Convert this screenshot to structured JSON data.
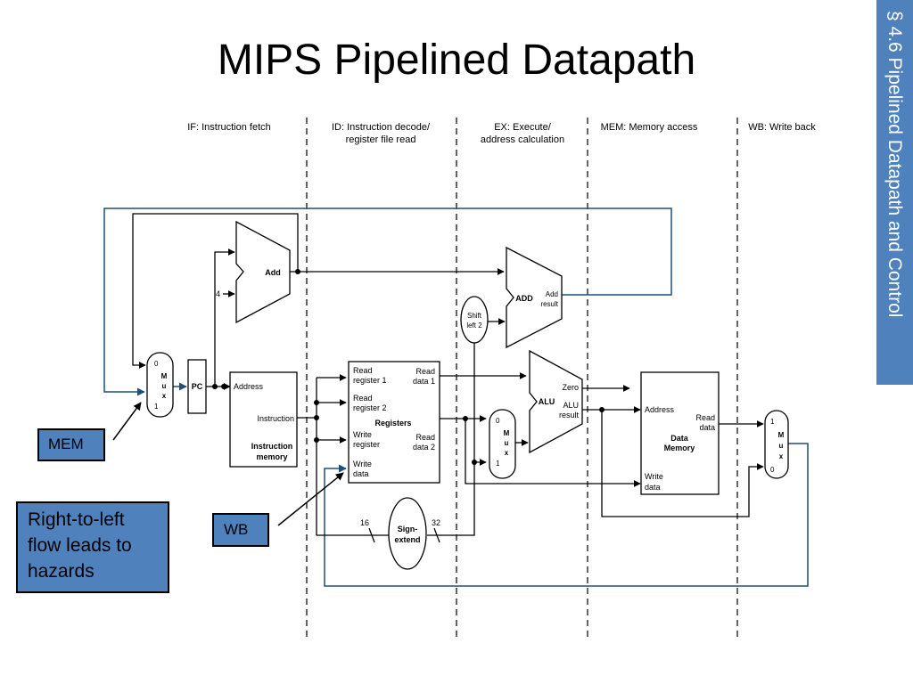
{
  "slide": {
    "title": "MIPS Pipelined Datapath",
    "section_tab": "§ 4.6 Pipelined Datapath and Control"
  },
  "stages": {
    "if": "IF: Instruction fetch",
    "id_line1": "ID: Instruction decode/",
    "id_line2": "register file read",
    "ex_line1": "EX: Execute/",
    "ex_line2": "address calculation",
    "mem": "MEM: Memory access",
    "wb": "WB: Write back"
  },
  "blocks": {
    "add": "Add",
    "four": "4",
    "pc": "PC",
    "mux1_in0": "0",
    "mux1_in1": "1",
    "mux_letters": [
      "M",
      "u",
      "x"
    ],
    "imem_address": "Address",
    "imem_instruction": "Instruction",
    "imem_name_line1": "Instruction",
    "imem_name_line2": "memory",
    "reg_read1_l1": "Read",
    "reg_read1_l2": "register 1",
    "reg_read2_l1": "Read",
    "reg_read2_l2": "register 2",
    "reg_write_l1": "Write",
    "reg_write_l2": "register",
    "reg_wdata_l1": "Write",
    "reg_wdata_l2": "data",
    "reg_rdata1_l1": "Read",
    "reg_rdata1_l2": "data 1",
    "reg_rdata2_l1": "Read",
    "reg_rdata2_l2": "data 2",
    "reg_name": "Registers",
    "shift_l1": "Shift",
    "shift_l2": "left 2",
    "add2": "ADD",
    "add2_res_l1": "Add",
    "add2_res_l2": "result",
    "mux2_in0": "0",
    "mux2_in1": "1",
    "alu": "ALU",
    "alu_zero": "Zero",
    "alu_res_l1": "ALU",
    "alu_res_l2": "result",
    "sign_l1": "Sign-",
    "sign_l2": "extend",
    "sign_in": "16",
    "sign_out": "32",
    "dmem_address": "Address",
    "dmem_rdata_l1": "Read",
    "dmem_rdata_l2": "data",
    "dmem_name_l1": "Data",
    "dmem_name_l2": "Memory",
    "dmem_wdata_l1": "Write",
    "dmem_wdata_l2": "data",
    "mux3_in1": "1",
    "mux3_in0": "0"
  },
  "callouts": {
    "mem": "MEM",
    "wb": "WB",
    "hazard_line1": "Right-to-left",
    "hazard_line2": "flow leads to",
    "hazard_line3": "hazards"
  },
  "colors": {
    "accent": "#4f81bd",
    "feedback_wire": "#1f4e79",
    "wire": "#000000"
  }
}
